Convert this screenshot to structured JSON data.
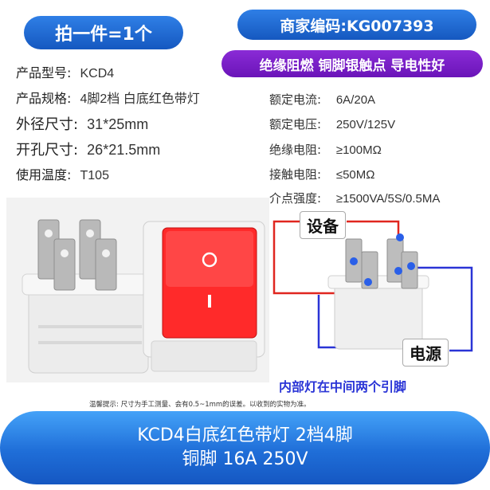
{
  "badges": {
    "left": "拍一件=1个",
    "right": "商家编码:KG007393",
    "features": "绝缘阻燃 铜脚银触点 导电性好"
  },
  "specs_left": [
    {
      "key": "产品型号:",
      "value": "KCD4"
    },
    {
      "key": "产品规格:",
      "value": "4脚2档 白底红色带灯"
    },
    {
      "key": "外径尺寸:",
      "value": "31*25mm"
    },
    {
      "key": "开孔尺寸:",
      "value": "26*21.5mm"
    },
    {
      "key": "使用温度:",
      "value": "T105"
    }
  ],
  "specs_right": [
    {
      "key": "额定电流:",
      "value": "6A/20A"
    },
    {
      "key": "额定电压:",
      "value": "250V/125V"
    },
    {
      "key": "绝缘电阻:",
      "value": "≥100MΩ"
    },
    {
      "key": "接触电阻:",
      "value": "≤50MΩ"
    },
    {
      "key": "介点强度:",
      "value": "≥1500VA/5S/0.5MA"
    }
  ],
  "diagram": {
    "label_device": "设备",
    "label_power": "电源",
    "note": "内部灯在中间两个引脚",
    "wire_colors": {
      "device": "#e0261f",
      "power": "#2a34d6"
    }
  },
  "disclaimer": "温馨提示: 尺寸为手工测量、会有0.5~1mm的误差。以收到的实物为准。",
  "banner": {
    "line1": "KCD4白底红色带灯 2档4脚",
    "line2": "铜脚 16A 250V"
  },
  "colors": {
    "accent_blue": "#1f6ed8",
    "accent_purple": "#7a1fc8",
    "switch_red": "#ff2a2a"
  }
}
